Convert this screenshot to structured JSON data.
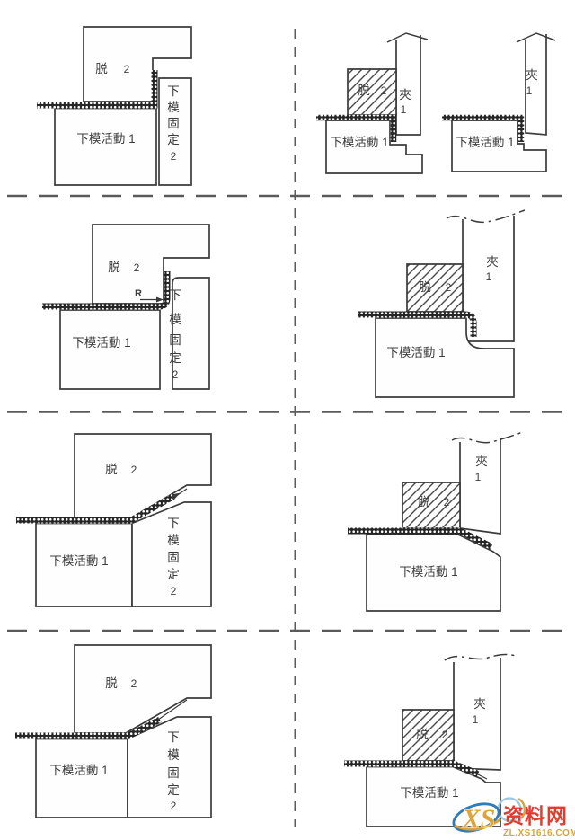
{
  "colors": {
    "line": "#3b3b3b",
    "dash": "#5a5a5a",
    "watermark_blue": "#2f7cb6",
    "watermark_light_blue": "#9fc6e2",
    "watermark_gold": "#d9a43c",
    "watermark_red": "#e23b30"
  },
  "panels": {
    "r1_left": {
      "stripper": "脱",
      "stripper_no": "2",
      "movable": "下模活動 1",
      "fixed_chars": [
        "下",
        "模",
        "固",
        "定"
      ],
      "fixed_no": "2"
    },
    "r1_right_a": {
      "stripper": "脱",
      "stripper_no": "2",
      "clamp": "夾",
      "clamp_no": "1",
      "movable": "下模活動 1"
    },
    "r1_right_b": {
      "clamp": "夾",
      "clamp_no": "1",
      "movable": "下模活動 1"
    },
    "r2_left": {
      "stripper": "脱",
      "stripper_no": "2",
      "radius_label": "R",
      "movable": "下模活動 1",
      "fixed_chars": [
        "下",
        "模",
        "固",
        "定"
      ],
      "fixed_no": "2"
    },
    "r2_right": {
      "stripper": "脱",
      "stripper_no": "2",
      "clamp": "夾",
      "clamp_no": "1",
      "movable": "下模活動 1"
    },
    "r3_left": {
      "stripper": "脱",
      "stripper_no": "2",
      "movable": "下模活動 1",
      "fixed_chars": [
        "下",
        "模",
        "固",
        "定"
      ],
      "fixed_no": "2"
    },
    "r3_right": {
      "stripper": "脱",
      "stripper_no": "2",
      "clamp": "夾",
      "clamp_no": "1",
      "movable": "下模活動 1"
    },
    "r4_left": {
      "stripper": "脱",
      "stripper_no": "2",
      "movable": "下模活動 1",
      "fixed_chars": [
        "下",
        "模",
        "固",
        "定"
      ],
      "fixed_no": "2"
    },
    "r4_right": {
      "stripper": "脱",
      "stripper_no": "2",
      "clamp": "夾",
      "clamp_no": "1",
      "movable": "下模活動 1"
    }
  },
  "watermark": {
    "logo": "XS",
    "name": "资料网",
    "url": "ZL.XS1616.COM"
  }
}
